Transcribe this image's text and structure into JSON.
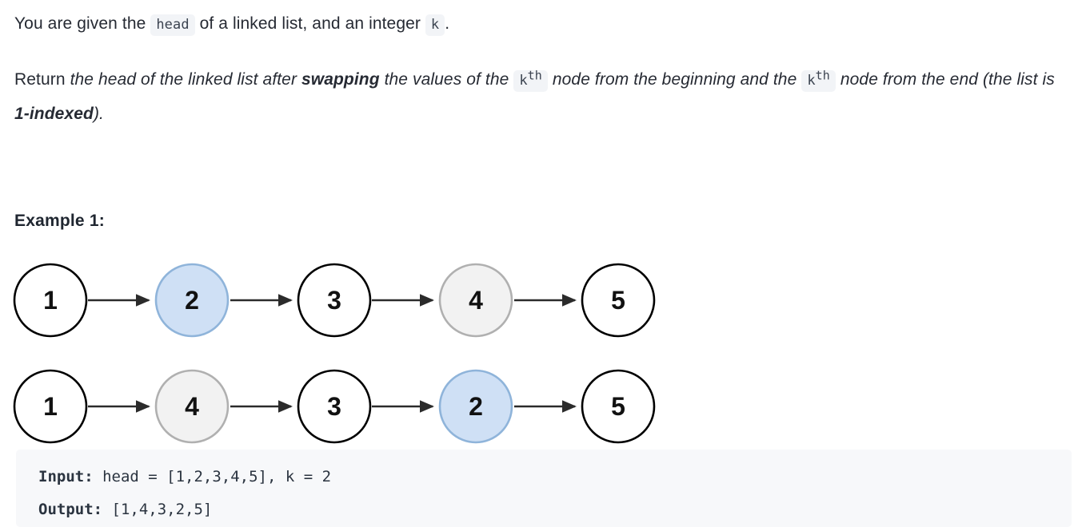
{
  "problem": {
    "paragraph1": {
      "before_code": "You are given the ",
      "code1": "head",
      "middle": " of a linked list, and an integer ",
      "code2": "k",
      "after": "."
    },
    "paragraph2": {
      "lead": "Return ",
      "italic1": "the head of the linked list after ",
      "bold1": "swapping",
      "italic2": " the values of the ",
      "code1_base": "k",
      "code1_sup": "th",
      "italic3": " node from the beginning and the ",
      "code2_base": "k",
      "code2_sup": "th",
      "italic4": " node from the end (the list is ",
      "bold2": "1-indexed",
      "italic5": ")."
    }
  },
  "example": {
    "heading": "Example 1:",
    "input_label": "Input:",
    "input_value": " head = [1,2,3,4,5], k = 2",
    "output_label": "Output:",
    "output_value": " [1,4,3,2,5]"
  },
  "colors": {
    "highlight_blue_fill": "#cfe0f5",
    "highlight_blue_stroke": "#8fb4da",
    "highlight_gray_fill": "#f2f2f2",
    "highlight_gray_stroke": "#b0b0b0",
    "node_default_fill": "#ffffff",
    "node_default_stroke": "#000000",
    "arrow_color": "#2b2b2b",
    "text_color": "#262a33",
    "code_bg": "#f7f8fa",
    "inline_code_bg": "#f2f4f7"
  },
  "diagrams": [
    {
      "name": "input-linked-list",
      "nodes": [
        {
          "value": "1",
          "style": "default"
        },
        {
          "value": "2",
          "style": "blue"
        },
        {
          "value": "3",
          "style": "default"
        },
        {
          "value": "4",
          "style": "gray"
        },
        {
          "value": "5",
          "style": "default"
        }
      ]
    },
    {
      "name": "output-linked-list",
      "nodes": [
        {
          "value": "1",
          "style": "default"
        },
        {
          "value": "4",
          "style": "gray"
        },
        {
          "value": "3",
          "style": "default"
        },
        {
          "value": "2",
          "style": "blue"
        },
        {
          "value": "5",
          "style": "default"
        }
      ]
    }
  ]
}
